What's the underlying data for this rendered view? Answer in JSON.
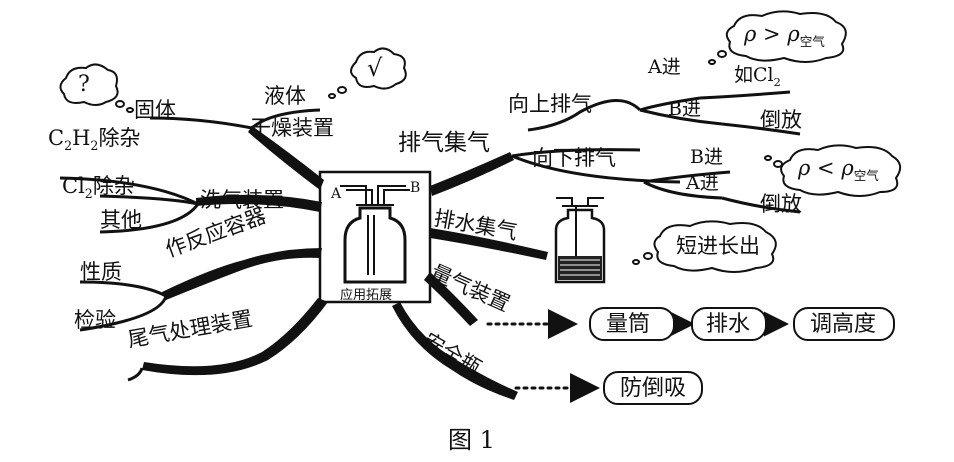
{
  "center": {
    "label": "应用拓展",
    "port_a": "A",
    "port_b": "B"
  },
  "branches": {
    "dry": {
      "label": "干燥装置",
      "children": {
        "liquid": "液体",
        "solid": "固体"
      },
      "clouds": {
        "liquid_mark": "√",
        "solid_mark": "?"
      }
    },
    "purify": {
      "label": "洗气装置",
      "children": {
        "c2h2_pre": "C",
        "c2h2_s1": "2",
        "c2h2_mid": "H",
        "c2h2_s2": "2",
        "c2h2_post": "除杂",
        "cl2_pre": "Cl",
        "cl2_sub": "2",
        "cl2_post": "除杂",
        "other": "其他"
      }
    },
    "reactor": {
      "label": "作反应容器",
      "children": {
        "property": "性质",
        "test": "检验"
      }
    },
    "tail": {
      "label": "尾气处理装置"
    },
    "exhaust": {
      "label": "排气集气",
      "up": {
        "label": "向上排气",
        "a_in": "A进",
        "b_in": "B进",
        "note_pre": "如Cl",
        "note_sub": "2",
        "note_invert": "倒放",
        "cloud": {
          "rho": "ρ",
          "op": ">",
          "rho2": "ρ",
          "sub": "空气"
        }
      },
      "down": {
        "label": "向下排气",
        "b_in": "B进",
        "a_in": "A进",
        "note_invert": "倒放",
        "cloud": {
          "rho": "ρ",
          "op": "<",
          "rho2": "ρ",
          "sub": "空气"
        }
      }
    },
    "water": {
      "label": "排水集气",
      "cloud": "短进长出"
    },
    "measure": {
      "label": "量气装置",
      "steps": [
        "量筒",
        "排水",
        "调高度"
      ]
    },
    "safety": {
      "label": "安全瓶",
      "step": "防倒吸"
    }
  },
  "caption": "图 1"
}
